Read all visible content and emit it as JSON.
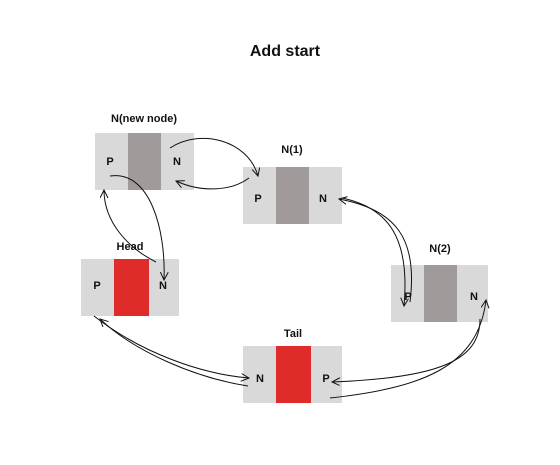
{
  "diagram": {
    "title": "Add start",
    "nodes": {
      "new_node": {
        "label": "N(new node)",
        "prev": "P",
        "next": "N"
      },
      "n1": {
        "label": "N(1)",
        "prev": "P",
        "next": "N"
      },
      "head": {
        "label": "Head",
        "prev": "P",
        "next": "N"
      },
      "n2": {
        "label": "N(2)",
        "prev": "P",
        "next": "N"
      },
      "tail": {
        "label": "Tail",
        "prev": "P",
        "next": "N"
      }
    }
  },
  "colors": {
    "cell": "#d9d9d9",
    "data_gray": "#a09a9a",
    "data_red": "#e02b2b",
    "line": "#111111",
    "text": "#111111"
  }
}
